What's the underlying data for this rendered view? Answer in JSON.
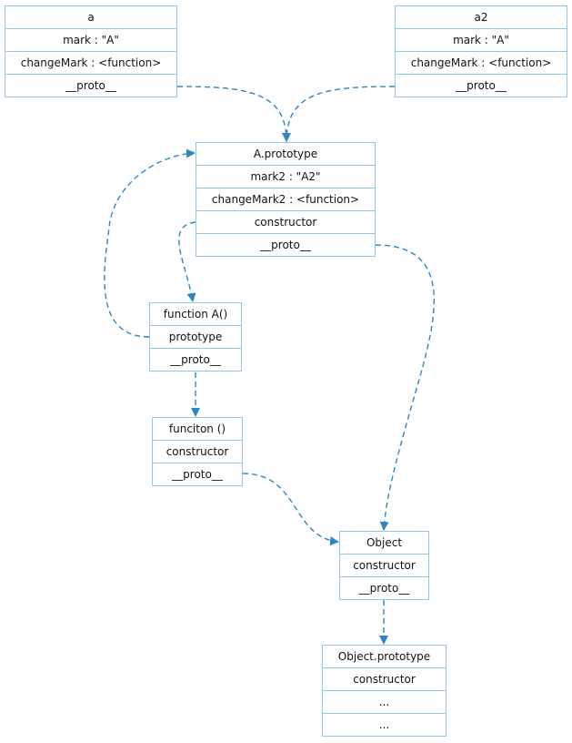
{
  "nodes": {
    "a": {
      "title": "a",
      "rows": [
        "mark : \"A\"",
        "changeMark : <function>",
        "__proto__"
      ]
    },
    "a2": {
      "title": "a2",
      "rows": [
        "mark : \"A\"",
        "changeMark : <function>",
        "__proto__"
      ]
    },
    "aproto": {
      "title": "A.prototype",
      "rows": [
        "mark2 : \"A2\"",
        "changeMark2 : <function>",
        "constructor",
        "__proto__"
      ]
    },
    "funca": {
      "title": "function A()",
      "rows": [
        "prototype",
        "__proto__"
      ]
    },
    "funcproto": {
      "title": "funciton ()",
      "rows": [
        "constructor",
        "__proto__"
      ]
    },
    "object": {
      "title": "Object",
      "rows": [
        "constructor",
        "__proto__"
      ]
    },
    "objproto": {
      "title": "Object.prototype",
      "rows": [
        "constructor",
        "...",
        "..."
      ]
    }
  },
  "colors": {
    "edge": "#2e86c1",
    "border": "#8ecae6"
  }
}
